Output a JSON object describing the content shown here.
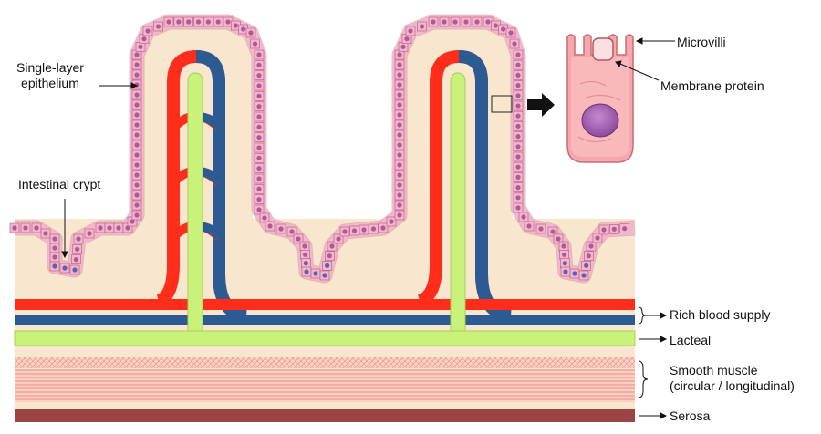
{
  "labels": {
    "single_layer_1": "Single-layer",
    "single_layer_2": "epithelium",
    "intestinal_crypt": "Intestinal crypt",
    "microvilli": "Microvilli",
    "membrane_protein": "Membrane protein",
    "rich_blood_supply": "Rich blood supply",
    "lacteal": "Lacteal",
    "smooth_muscle_1": "Smooth muscle",
    "smooth_muscle_2": "(circular / longitudinal)",
    "serosa": "Serosa"
  },
  "colors": {
    "tissue": "#f9e6cf",
    "epithelium": "#f3b7cc",
    "epithelium_edge": "#b3587d",
    "nucleus": "#b0589a",
    "crypt_nucleus": "#5d5fb8",
    "artery": "#ff2d1a",
    "vein": "#2c5a93",
    "lacteal": "#c8f27a",
    "muscle": "#f9c4b6",
    "muscle_line": "#e88e82",
    "serosa": "#9b4443"
  }
}
